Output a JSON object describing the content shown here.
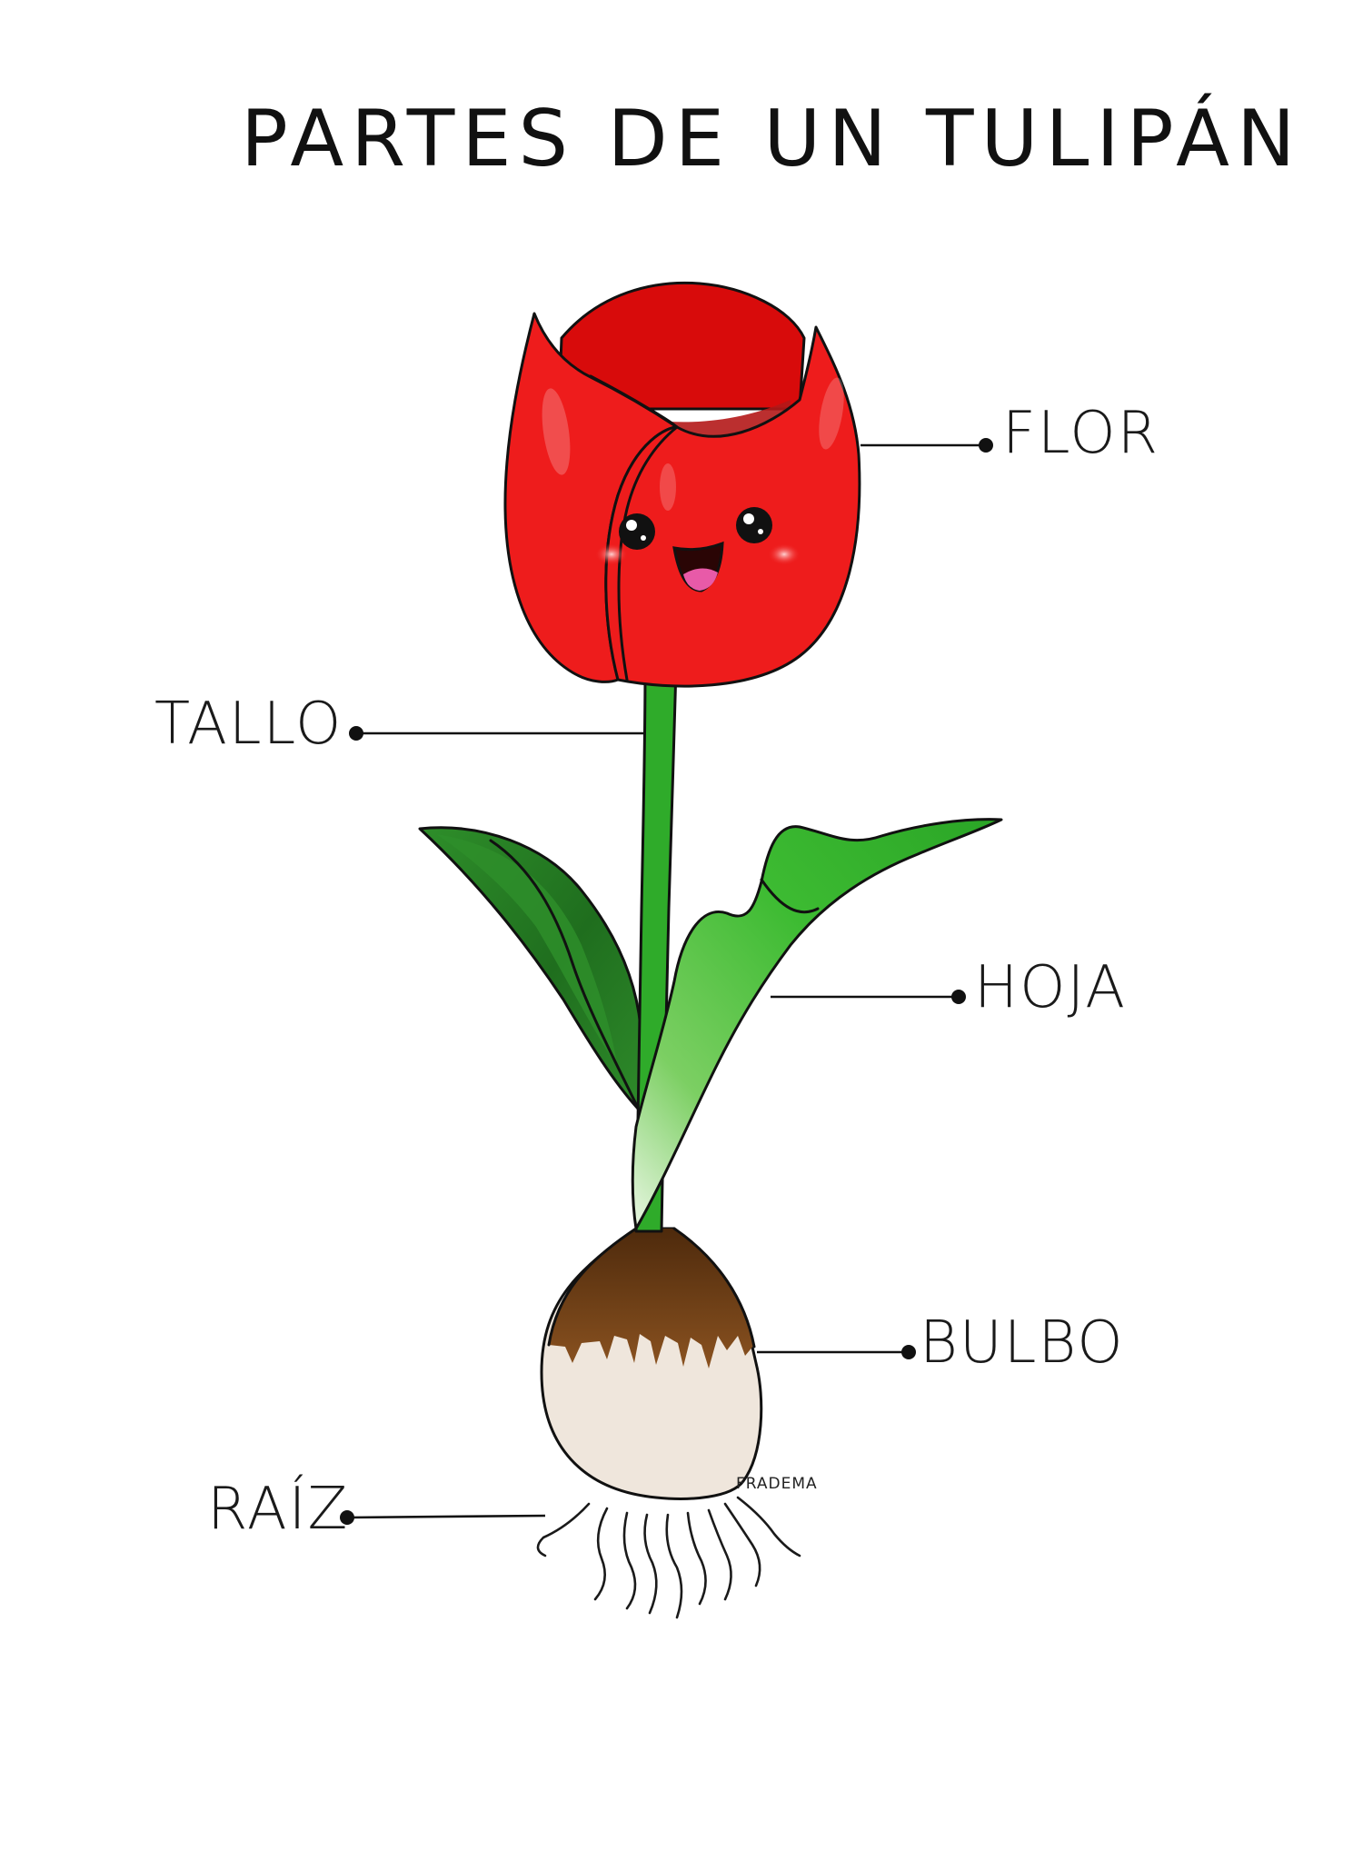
{
  "title": "PARTES DE UN TULIPÁN",
  "labels": {
    "flor": "FLOR",
    "tallo": "TALLO",
    "hoja": "HOJA",
    "bulbo": "BULBO",
    "raiz": "RAÍZ"
  },
  "credit": "FRADEMA",
  "colors": {
    "petal": "#ee1c1c",
    "petal_inner": "#d80b0b",
    "petal_shadow": "#b41818",
    "stem": "#2fab2a",
    "leaf_light": "#3fbd35",
    "leaf_dark": "#1d6b1d",
    "bulb_top": "#6e3b14",
    "bulb_base": "#efe6dc",
    "mouth": "#e85aa8",
    "cheek": "#f4a0a0"
  }
}
